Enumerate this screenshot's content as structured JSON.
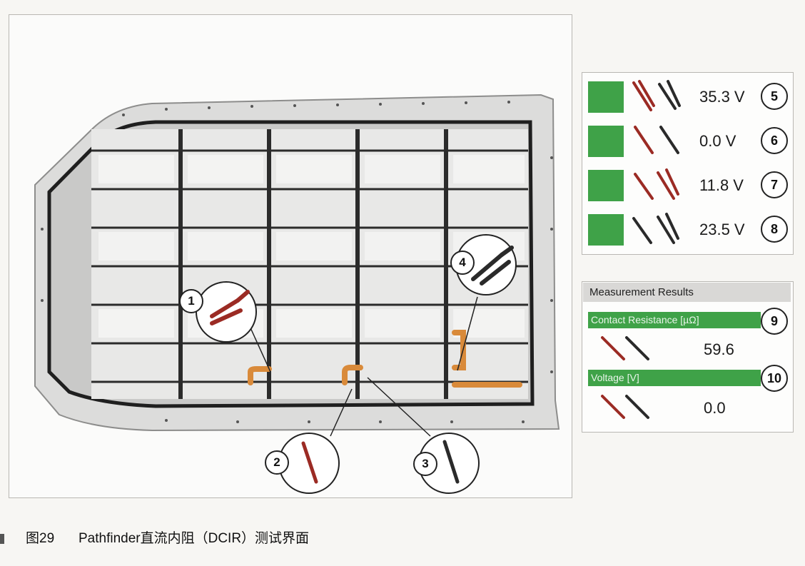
{
  "voltage_rows": [
    {
      "value": "35.3 V",
      "badge": "5",
      "probes": [
        "red",
        "black"
      ],
      "color": "#3fa248"
    },
    {
      "value": "0.0 V",
      "badge": "6",
      "probes": [
        "red",
        "black"
      ],
      "color": "#3fa248"
    },
    {
      "value": "11.8 V",
      "badge": "7",
      "probes": [
        "red",
        "red"
      ],
      "color": "#3fa248"
    },
    {
      "value": "23.5 V",
      "badge": "8",
      "probes": [
        "black",
        "black"
      ],
      "color": "#3fa248"
    }
  ],
  "measurement": {
    "title": "Measurement Results",
    "contact_resistance_label": "Contact Resistance  [µΩ]",
    "contact_resistance_value": "59.6",
    "contact_resistance_badge": "9",
    "voltage_label": "Voltage [V]",
    "voltage_value": "0.0",
    "voltage_badge": "10"
  },
  "callouts": [
    "1",
    "2",
    "3",
    "4"
  ],
  "caption": {
    "label": "图29",
    "text": "Pathfinder直流内阻（DCIR）测试界面"
  },
  "colors": {
    "green": "#3fa248",
    "probe_red": "#9b2b24",
    "probe_black": "#2a2a2a",
    "bus_bar": "#d98a3a"
  }
}
